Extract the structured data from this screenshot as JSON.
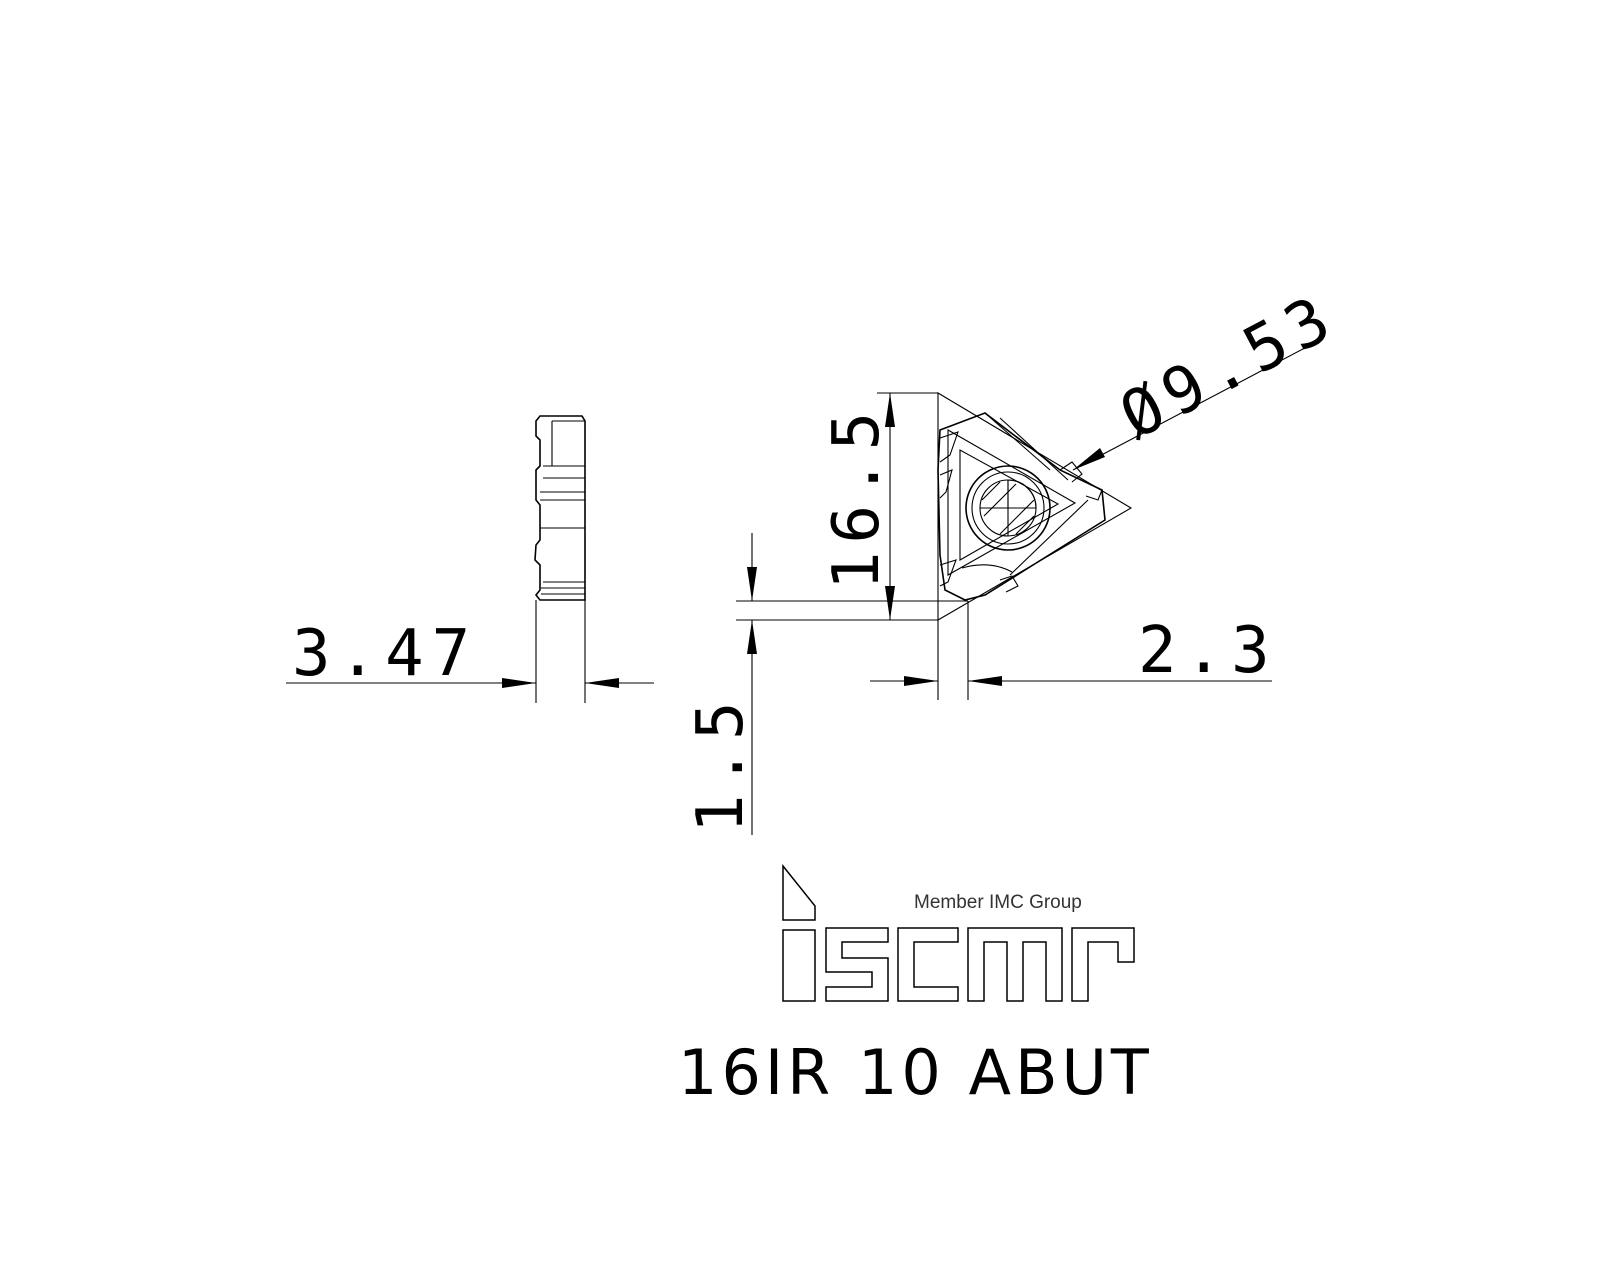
{
  "dimensions": {
    "thickness": "3.47",
    "height": "16.5",
    "offset_vertical": "1.5",
    "offset_horizontal": "2.3",
    "inscribed_circle": "Ø9.53"
  },
  "logo": {
    "brand": "iscar",
    "tagline": "Member IMC Group"
  },
  "part_number": "16IR 10 ABUT"
}
